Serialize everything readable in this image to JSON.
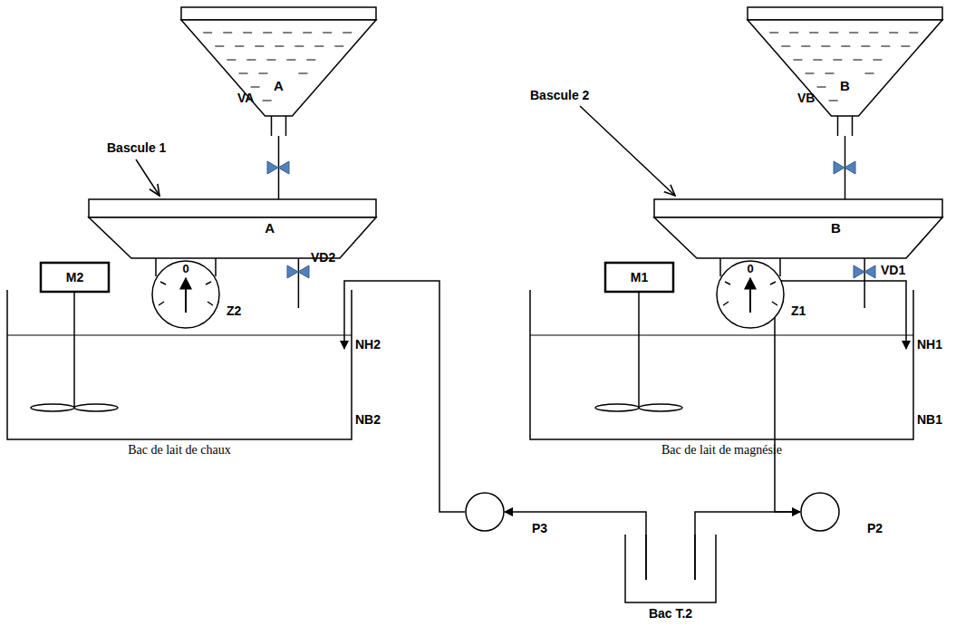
{
  "diagram": {
    "nodes": [
      {
        "text": [
          "A"
        ]
      },
      {
        "text": [
          "A"
        ]
      },
      {
        "text": [
          "M2"
        ]
      },
      {
        "text": [
          "0"
        ]
      },
      {
        "text": [
          "Bac de lait de chaux"
        ]
      },
      {
        "text": [
          "B"
        ]
      },
      {
        "text": [
          "B"
        ]
      },
      {
        "text": [
          "M1"
        ]
      },
      {
        "text": [
          "0"
        ]
      },
      {
        "text": [
          "Bac de lait de magnésie"
        ]
      },
      {
        "text": [
          "P3"
        ]
      },
      {
        "text": [
          "P2"
        ]
      },
      {
        "text": [
          "Bac T.2"
        ]
      }
    ],
    "edges": [
      {
        "from": 0,
        "to": 1,
        "arrow": "none"
      },
      {
        "from": 1,
        "to": 4,
        "arrow": "none"
      },
      {
        "from": 5,
        "to": 6,
        "arrow": "none"
      },
      {
        "from": 6,
        "to": 9,
        "arrow": "none"
      },
      {
        "from": 12,
        "to": 10,
        "arrow": "to"
      },
      {
        "from": 10,
        "to": 4,
        "arrow": "to"
      },
      {
        "from": 12,
        "to": 11,
        "arrow": "to"
      },
      {
        "from": 11,
        "to": 9,
        "arrow": "to"
      }
    ],
    "labels": [
      "Bascule 1",
      "VA",
      "Bascule 2",
      "VB",
      "Z2",
      "VD2",
      "NH2",
      "NB2",
      "Z1",
      "VD1",
      "NH1",
      "NB1"
    ]
  }
}
